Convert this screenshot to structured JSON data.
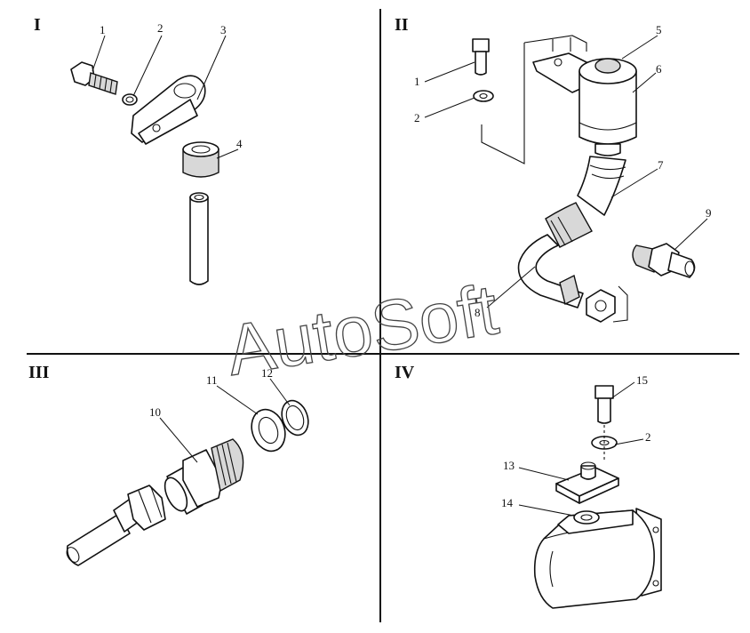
{
  "watermark": "AutoSoft",
  "quadrants": [
    "I",
    "II",
    "III",
    "IV"
  ],
  "callouts": {
    "q1": [
      "1",
      "2",
      "3",
      "4"
    ],
    "q2": [
      "1",
      "2",
      "5",
      "6",
      "7",
      "8",
      "9"
    ],
    "q3": [
      "10",
      "11",
      "12"
    ],
    "q4": [
      "15",
      "2",
      "13",
      "14"
    ]
  }
}
